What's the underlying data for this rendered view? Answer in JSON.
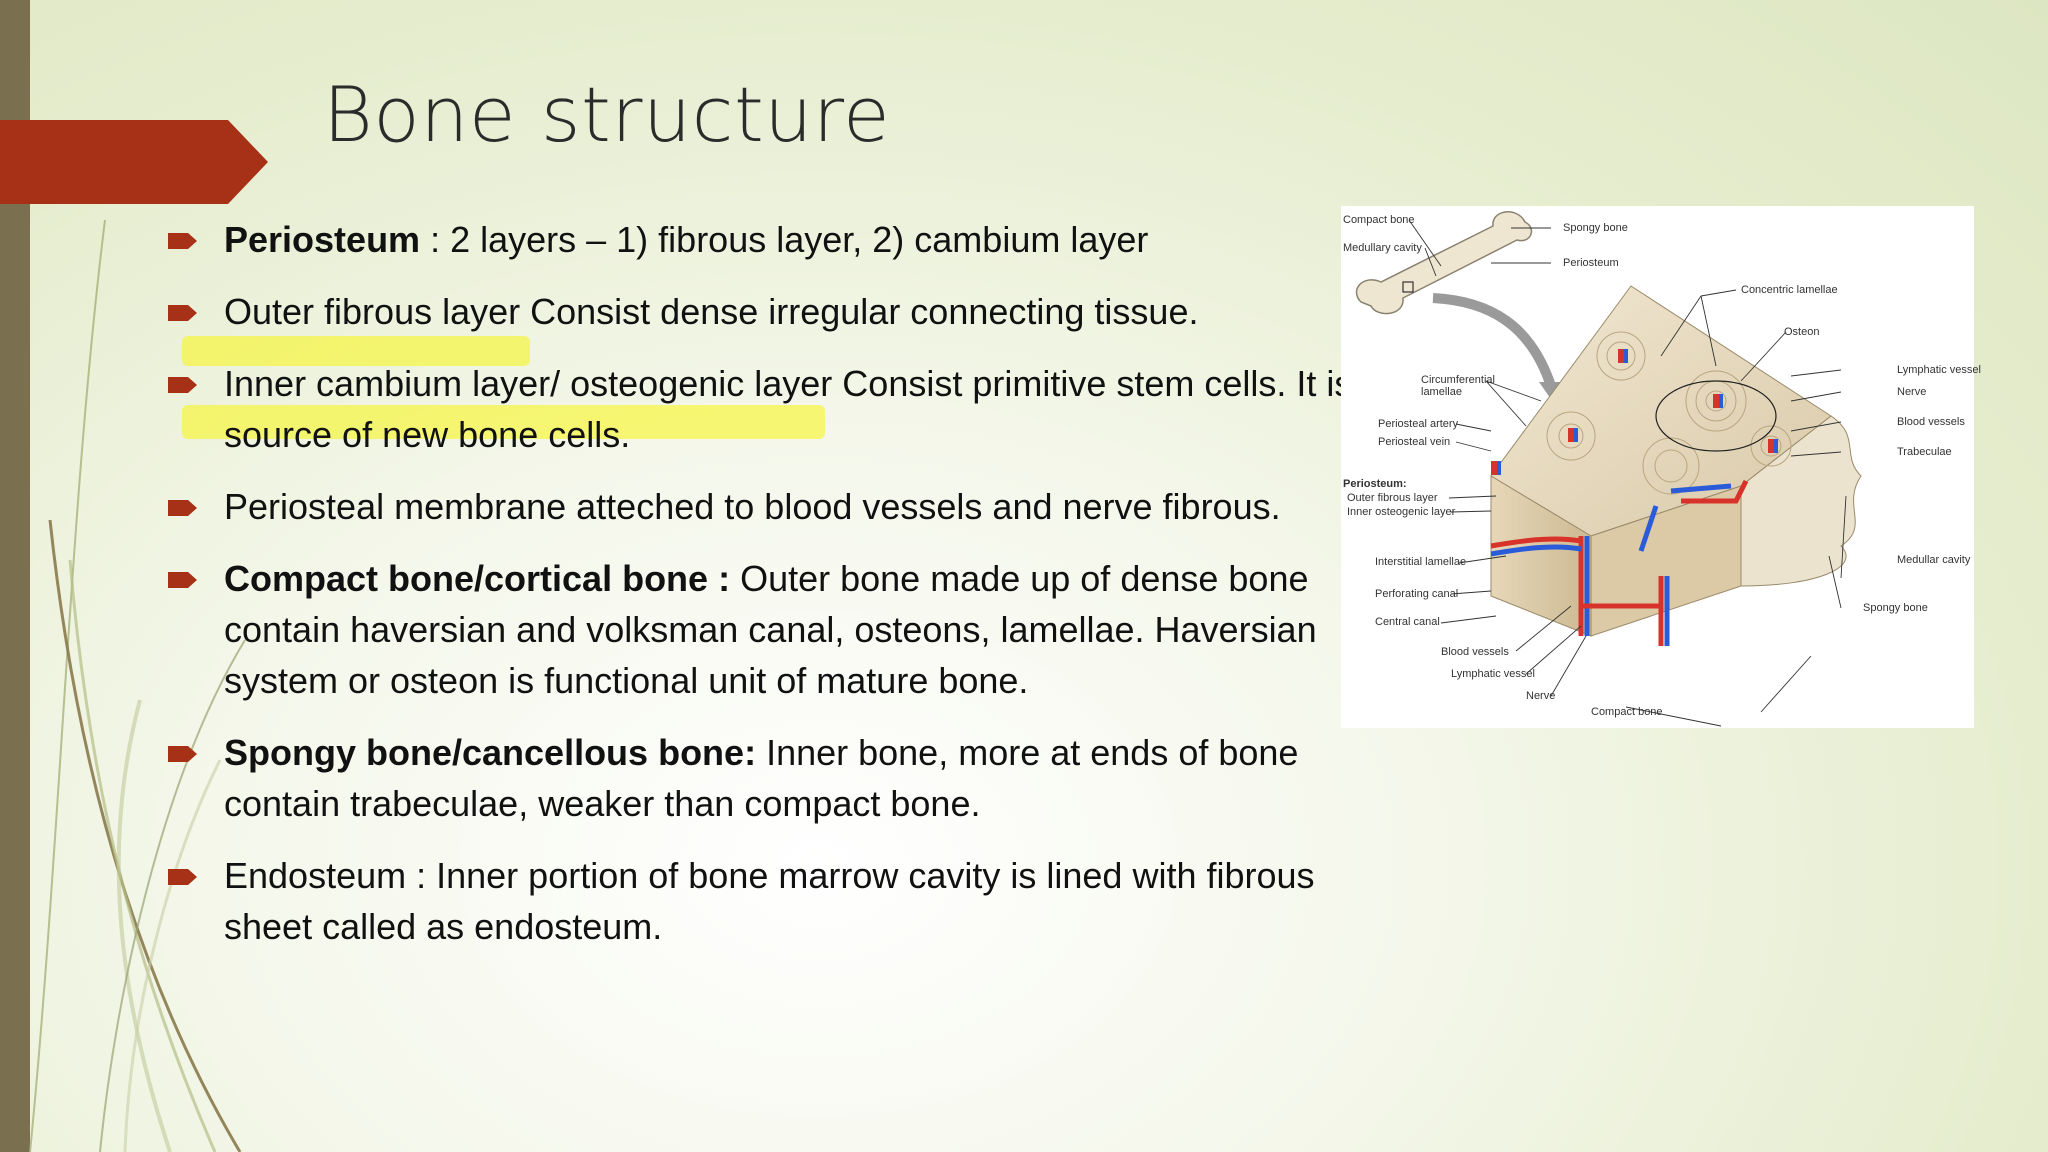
{
  "slide": {
    "title": "Bone structure",
    "colors": {
      "accent": "#a63117",
      "bar": "#7a6f4e",
      "highlight": "#f7f528",
      "bullet": "#a63117"
    },
    "bullets": [
      {
        "bold": "Periosteum",
        "text": " : 2 layers – 1) fibrous layer, 2) cambium layer"
      },
      {
        "bold": "",
        "text": "Outer  fibrous layer Consist dense irregular connecting tissue."
      },
      {
        "bold": "",
        "text": "Inner cambium layer/ osteogenic layer Consist primitive stem cells. It is source of new bone cells."
      },
      {
        "bold": "",
        "text": " Periosteal membrane atteched to blood vessels and nerve fibrous."
      },
      {
        "bold": "Compact bone/cortical bone :",
        "text": " Outer bone made up of dense bone contain haversian and volksman canal, osteons, lamellae. Haversian system or osteon is functional unit of mature bone."
      },
      {
        "bold": "Spongy bone/cancellous bone:",
        "text": " Inner bone, more at ends of bone contain trabeculae, weaker than compact bone."
      },
      {
        "bold": "",
        "text": "Endosteum : Inner portion of bone marrow cavity is lined with fibrous sheet called as endosteum."
      }
    ]
  },
  "figure": {
    "labels": {
      "compact_bone_top": "Compact bone",
      "medullary_cavity_top": "Medullary cavity",
      "spongy_bone_top": "Spongy bone",
      "periosteum_top": "Periosteum",
      "concentric_lamellae": "Concentric lamellae",
      "osteon": "Osteon",
      "lymphatic_vessel_right": "Lymphatic vessel",
      "nerve_right": "Nerve",
      "blood_vessels_right": "Blood vessels",
      "trabeculae": "Trabeculae",
      "circumferential_lamellae": "Circumferential lamellae",
      "periosteal_artery": "Periosteal artery",
      "periosteal_vein": "Periosteal vein",
      "periosteum_heading": "Periosteum:",
      "outer_fibrous_layer": "Outer fibrous layer",
      "inner_osteogenic_layer": "Inner osteogenic layer",
      "interstitial_lamellae": "Interstitial lamellae",
      "perforating_canal": "Perforating canal",
      "central_canal": "Central canal",
      "blood_vessels_bottom": "Blood vessels",
      "lymphatic_vessel_bottom": "Lymphatic vessel",
      "nerve_bottom": "Nerve",
      "compact_bone_bottom": "Compact bone",
      "medullar_cavity_right": "Medullar cavity",
      "spongy_bone_right": "Spongy bone"
    }
  }
}
